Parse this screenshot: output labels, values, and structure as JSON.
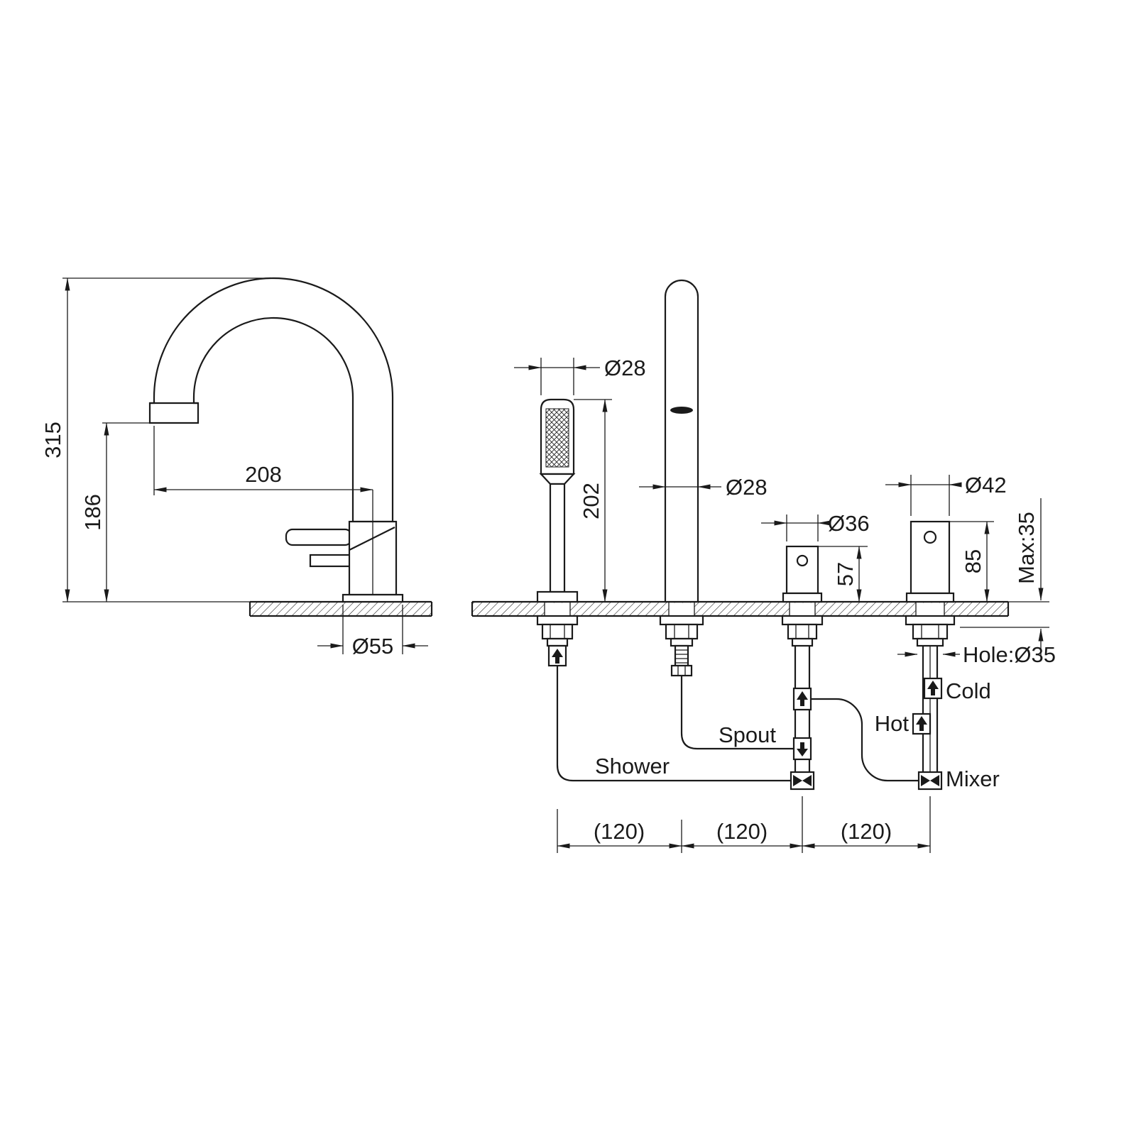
{
  "drawing": {
    "type": "bath-mixer-technical-drawing"
  },
  "dims": {
    "total_height": "315",
    "spout_height": "186",
    "spout_reach": "208",
    "base_diameter": "Ø55",
    "handshower_diameter": "Ø28",
    "handshower_height": "202",
    "spout_diameter": "Ø28",
    "diverter_diameter": "Ø36",
    "diverter_height": "57",
    "mixer_diameter": "Ø42",
    "mixer_height": "85",
    "deck_thickness_max": "Max:35",
    "hole_diameter": "Hole:Ø35",
    "spacing_left": "(120)",
    "spacing_middle": "(120)",
    "spacing_right": "(120)"
  },
  "labels": {
    "shower": "Shower",
    "spout": "Spout",
    "cold": "Cold",
    "hot": "Hot",
    "mixer": "Mixer"
  },
  "colors": {
    "line": "#1a1a1a",
    "background": "#ffffff"
  }
}
